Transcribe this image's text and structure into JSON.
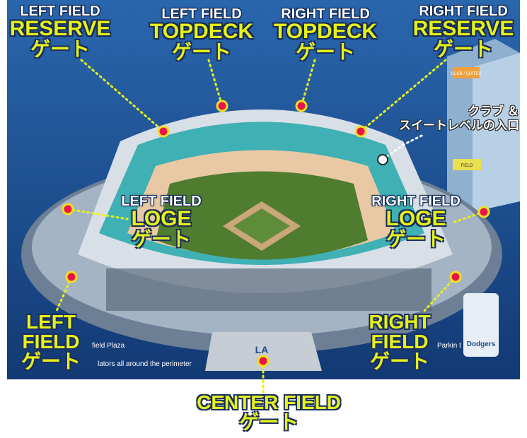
{
  "gates": [
    {
      "id": "lf-reserve",
      "line1": "LEFT FIELD",
      "line2": "RESERVE",
      "line3": "ゲート"
    },
    {
      "id": "lf-topdeck",
      "line1": "LEFT FIELD",
      "line2": "TOPDECK",
      "line3": "ゲート"
    },
    {
      "id": "rf-topdeck",
      "line1": "RIGHT FIELD",
      "line2": "TOPDECK",
      "line3": "ゲート"
    },
    {
      "id": "rf-reserve",
      "line1": "RIGHT FIELD",
      "line2": "RESERVE",
      "line3": "ゲート"
    },
    {
      "id": "lf-loge",
      "line1": "LEFT FIELD",
      "line2": "LOGE",
      "line3": "ゲート"
    },
    {
      "id": "rf-loge",
      "line1": "RIGHT FIELD",
      "line2": "LOGE",
      "line3": "ゲート"
    },
    {
      "id": "lf",
      "line1": "LEFT",
      "line2": "FIELD",
      "line3": "ゲート"
    },
    {
      "id": "rf",
      "line1": "RIGHT",
      "line2": "FIELD",
      "line3": "ゲート"
    },
    {
      "id": "cf",
      "line1": "CENTER FIELD",
      "line2": "ゲート"
    }
  ],
  "club_entrance": {
    "line1": "クラブ ＆",
    "line2": "スイートレベルの入口"
  },
  "map_text": {
    "plaza": "field Plaza",
    "escalators": "lators all around the perimeter",
    "parking": "Parkin    t",
    "tower_sign1": "CLUB / SUITES",
    "tower_sign2": "FIELD",
    "team": "Dodgers",
    "team_short": "LA"
  },
  "colors": {
    "background": "#1d4e93",
    "gate_label": "#e6f11a",
    "gate_dot": "#e8154b",
    "gate_ring": "#f0e020",
    "field": "#4f7c2f"
  }
}
